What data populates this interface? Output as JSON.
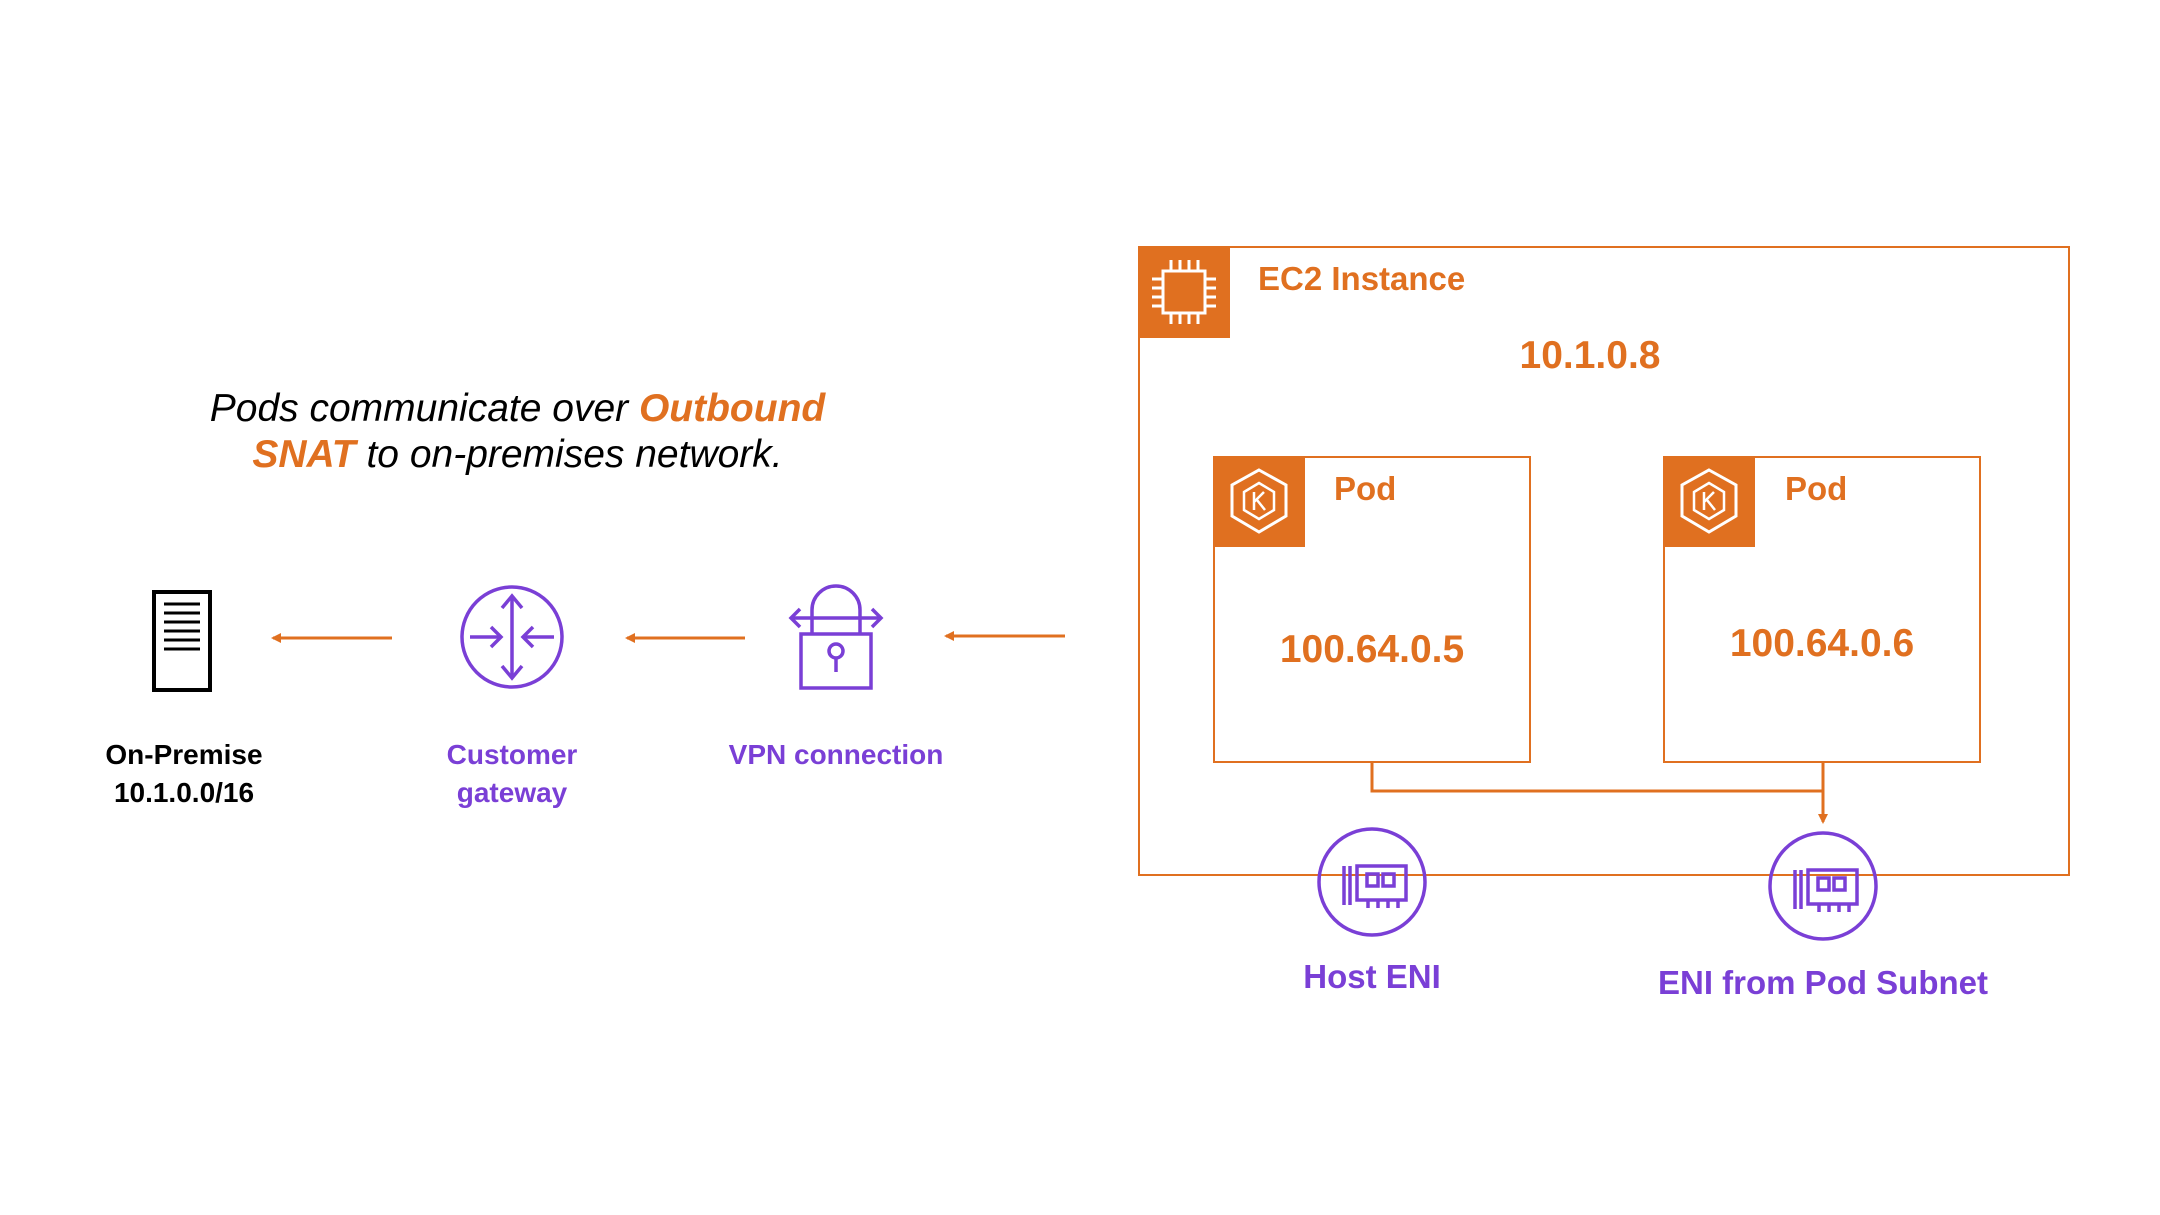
{
  "caption": {
    "part1": "Pods communicate over ",
    "highlight1": "Outbound",
    "part2": "SNAT",
    "part3": " to on-premises network."
  },
  "on_premise": {
    "label": "On-Premise",
    "cidr": "10.1.0.0/16",
    "icon": "server-icon"
  },
  "customer_gateway": {
    "line1": "Customer",
    "line2": "gateway",
    "icon": "router-icon"
  },
  "vpn": {
    "label": "VPN connection",
    "icon": "vpn-lock-icon"
  },
  "ec2": {
    "title": "EC2 Instance",
    "ip": "10.1.0.8",
    "icon": "chip-icon"
  },
  "pods": [
    {
      "title": "Pod",
      "ip": "100.64.0.5",
      "icon": "kubernetes-icon"
    },
    {
      "title": "Pod",
      "ip": "100.64.0.6",
      "icon": "kubernetes-icon"
    }
  ],
  "enis": [
    {
      "label": "Host ENI",
      "icon": "network-card-icon"
    },
    {
      "label": "ENI from Pod Subnet",
      "icon": "network-card-icon"
    }
  ],
  "colors": {
    "orange": "#e07020",
    "purple": "#7a3fd6",
    "black": "#000000"
  }
}
